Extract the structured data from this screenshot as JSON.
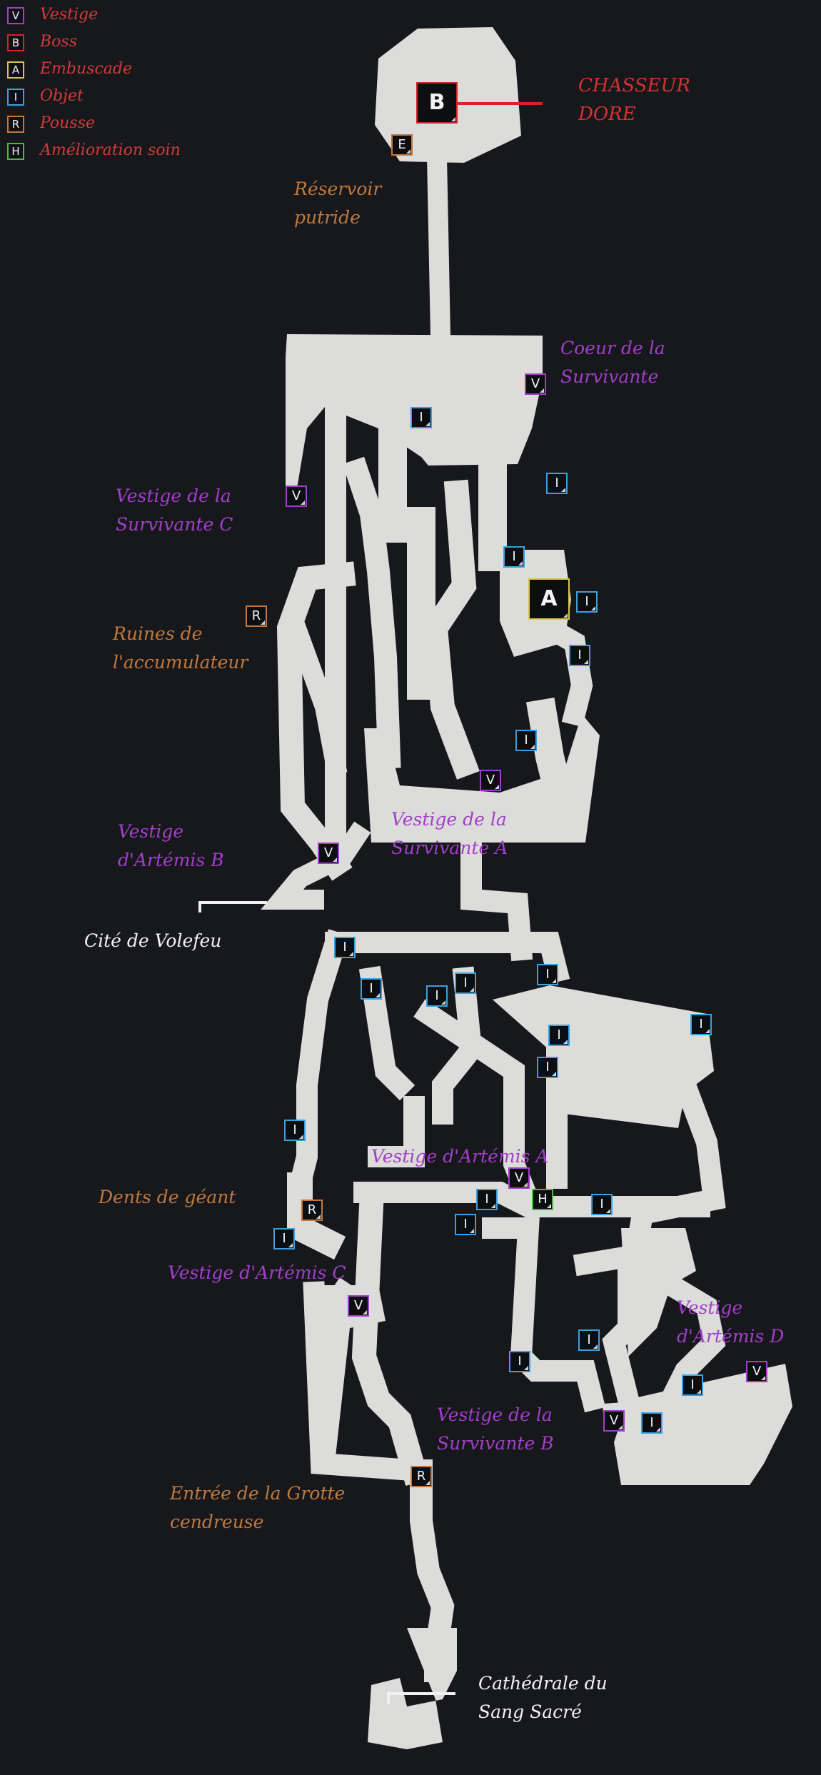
{
  "colors": {
    "background": "#17181c",
    "floor": "#dcdcda",
    "vestige": "#a23fc8",
    "boss": "#d12626",
    "ambush": "#d9c44a",
    "object": "#3aa0e0",
    "shoot": "#c2783c",
    "heal": "#4fb54a",
    "label_purple": "#a23fc8",
    "label_orange": "#c2783c",
    "label_white": "#f1f1f1",
    "label_red": "#d43232"
  },
  "legend": [
    {
      "letter": "V",
      "label": "Vestige",
      "icon": "vestige-icon"
    },
    {
      "letter": "B",
      "label": "Boss",
      "icon": "boss-icon"
    },
    {
      "letter": "A",
      "label": "Embuscade",
      "icon": "ambush-icon"
    },
    {
      "letter": "I",
      "label": "Objet",
      "icon": "object-icon"
    },
    {
      "letter": "R",
      "label": "Pousse",
      "icon": "shoot-icon"
    },
    {
      "letter": "H",
      "label": "Amélioration soin",
      "icon": "heal-upgrade-icon"
    }
  ],
  "boss_name": {
    "line1": "CHASSEUR",
    "line2": "DORE"
  },
  "locations": {
    "reservoir": {
      "line1": "Réservoir",
      "line2": "putride"
    },
    "coeur": {
      "line1": "Coeur de la",
      "line2": "Survivante"
    },
    "vestige_surv_c": {
      "line1": "Vestige de la",
      "line2": "Survivante C"
    },
    "ruines": {
      "line1": "Ruines de",
      "line2": "l'accumulateur"
    },
    "vestige_surv_a": {
      "line1": "Vestige de la",
      "line2": "Survivante A"
    },
    "vestige_artemis_b": {
      "line1": "Vestige",
      "line2": "d'Artémis B"
    },
    "cite": {
      "line1": "Cité de Volefeu"
    },
    "vestige_artemis_a": {
      "line1": "Vestige d'Artémis A"
    },
    "dents": {
      "line1": "Dents de géant"
    },
    "vestige_artemis_c": {
      "line1": "Vestige d'Artémis C"
    },
    "vestige_artemis_d": {
      "line1": "Vestige",
      "line2": "d'Artémis D"
    },
    "vestige_surv_b": {
      "line1": "Vestige de la",
      "line2": "Survivante B"
    },
    "entree": {
      "line1": "Entrée de la Grotte",
      "line2": "cendreuse"
    },
    "cathedrale": {
      "line1": "Cathédrale du",
      "line2": "Sang Sacré"
    }
  },
  "markers": {
    "letters": {
      "vestige": "V",
      "boss": "B",
      "ambush": "A",
      "object": "I",
      "shoot": "R",
      "heal": "H",
      "e": "E"
    }
  }
}
